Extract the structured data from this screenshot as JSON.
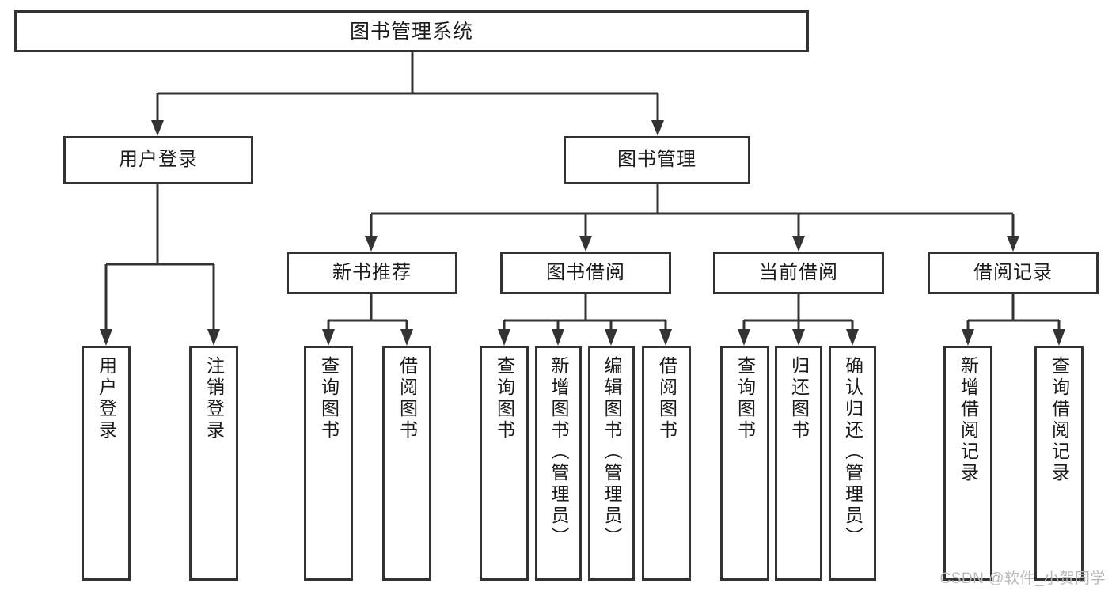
{
  "diagram": {
    "title": "图书管理系统",
    "type": "tree-hierarchy",
    "colors": {
      "stroke": "#333333",
      "box_fill": "#ffffff",
      "text": "#1a1a1a",
      "watermark": "#b9b9b9",
      "background": "#ffffff"
    }
  },
  "root": {
    "label": "图书管理系统"
  },
  "level2": [
    {
      "id": "user-login",
      "label": "用户登录"
    },
    {
      "id": "book-manage",
      "label": "图书管理"
    }
  ],
  "level3": [
    {
      "id": "new-book-recommend",
      "label": "新书推荐",
      "parent": "book-manage"
    },
    {
      "id": "book-borrow",
      "label": "图书借阅",
      "parent": "book-manage"
    },
    {
      "id": "current-borrow",
      "label": "当前借阅",
      "parent": "book-manage"
    },
    {
      "id": "borrow-record",
      "label": "借阅记录",
      "parent": "book-manage"
    }
  ],
  "leaves": {
    "user_login": [
      {
        "id": "leaf-user-login",
        "label": "用户登录"
      },
      {
        "id": "leaf-user-logout",
        "label": "注销登录"
      }
    ],
    "new_book_recommend": [
      {
        "id": "leaf-query-book-1",
        "label": "查询图书"
      },
      {
        "id": "leaf-borrow-book-1",
        "label": "借阅图书"
      }
    ],
    "book_borrow": [
      {
        "id": "leaf-query-book-2",
        "label": "查询图书"
      },
      {
        "id": "leaf-add-book",
        "label": "新增图书（管理员）"
      },
      {
        "id": "leaf-edit-book",
        "label": "编辑图书（管理员）"
      },
      {
        "id": "leaf-borrow-book-2",
        "label": "借阅图书"
      }
    ],
    "current_borrow": [
      {
        "id": "leaf-query-book-3",
        "label": "查询图书"
      },
      {
        "id": "leaf-return-book",
        "label": "归还图书"
      },
      {
        "id": "leaf-confirm-return",
        "label": "确认归还（管理员）"
      }
    ],
    "borrow_record": [
      {
        "id": "leaf-add-record",
        "label": "新增借阅记录"
      },
      {
        "id": "leaf-query-record",
        "label": "查询借阅记录"
      }
    ]
  },
  "watermark": {
    "text": "CSDN @软件_小贺同学"
  }
}
